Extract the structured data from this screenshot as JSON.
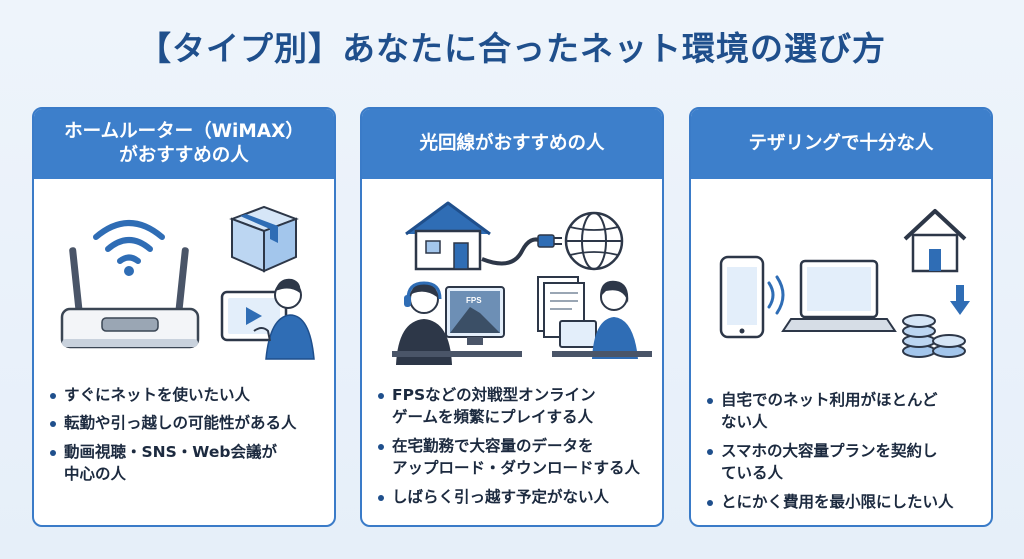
{
  "title": "【タイプ別】あなたに合ったネット環境の選び方",
  "cards": [
    {
      "header_lines": [
        "ホームルーター（WiMAX）",
        "がおすすめの人"
      ],
      "icons": [
        "wifi-router-icon",
        "package-box-icon",
        "video-tablet-user-icon"
      ],
      "bullets": [
        [
          "すぐにネットを使いたい人"
        ],
        [
          "転勤や引っ越しの可能性がある人"
        ],
        [
          "動画視聴・SNS・Web会議が",
          "中心の人"
        ]
      ]
    },
    {
      "header_lines": [
        "光回線がおすすめの人"
      ],
      "icons": [
        "house-icon",
        "cable-plug-icon",
        "globe-icon",
        "fps-gamer-icon",
        "remote-worker-icon"
      ],
      "screen_label": "FPS",
      "bullets": [
        [
          "FPSなどの対戦型オンライン",
          "ゲームを頻繁にプレイする人"
        ],
        [
          "在宅勤務で大容量のデータを",
          "アップロード・ダウンロードする人"
        ],
        [
          "しばらく引っ越す予定がない人"
        ]
      ]
    },
    {
      "header_lines": [
        "テザリングで十分な人"
      ],
      "icons": [
        "smartphone-icon",
        "laptop-icon",
        "house-icon",
        "coins-down-icon"
      ],
      "bullets": [
        [
          "自宅でのネット利用がほとんど",
          "ない人"
        ],
        [
          "スマホの大容量プランを契約し",
          "ている人"
        ],
        [
          "とにかく費用を最小限にしたい人"
        ]
      ]
    }
  ],
  "colors": {
    "accent": "#3d7fcb",
    "title": "#1f4f8c",
    "illustration": "#2f6db5"
  }
}
